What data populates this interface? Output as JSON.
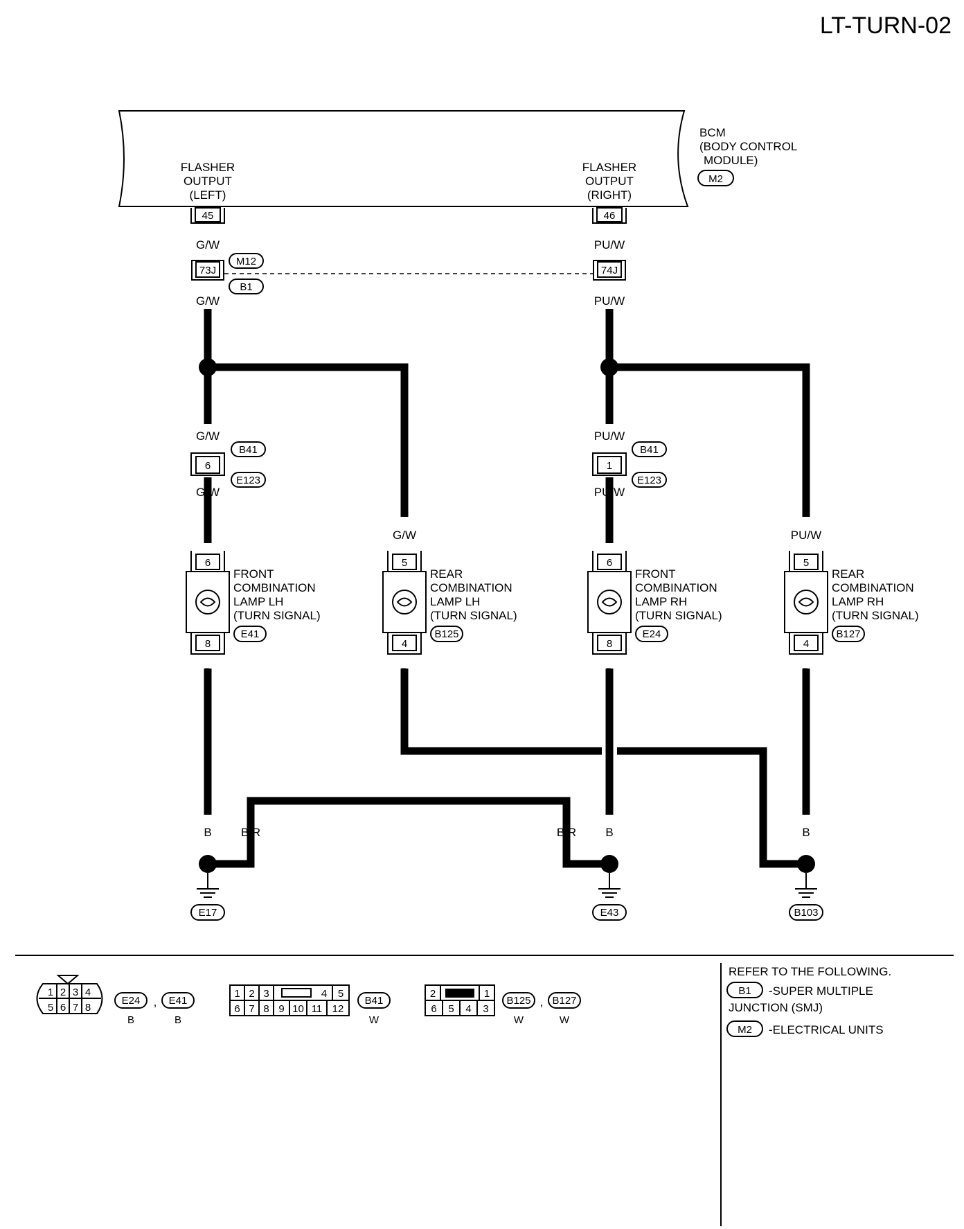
{
  "page_id": "LT-TURN-02",
  "bcm": {
    "name": "BCM",
    "full_name_1": "(BODY CONTROL",
    "full_name_2": "MODULE)",
    "connector": "M2",
    "left_out": [
      "FLASHER",
      "OUTPUT",
      "(LEFT)"
    ],
    "right_out": [
      "FLASHER",
      "OUTPUT",
      "(RIGHT)"
    ],
    "left_pin": "45",
    "right_pin": "46"
  },
  "wire_colors": {
    "gw": "G/W",
    "puw": "PU/W",
    "b": "B",
    "br": "B/R"
  },
  "joint": {
    "left_pin": "73J",
    "right_pin": "74J",
    "conn_top": "M12",
    "conn_bottom": "B1"
  },
  "inline": {
    "left_pin": "6",
    "right_pin": "1",
    "conn_top": "B41",
    "conn_bottom": "E123"
  },
  "lamps": [
    {
      "name": [
        "FRONT",
        "COMBINATION",
        "LAMP LH",
        "(TURN SIGNAL)"
      ],
      "pin_top": "6",
      "pin_bottom": "8",
      "connector": "E41"
    },
    {
      "name": [
        "REAR",
        "COMBINATION",
        "LAMP LH",
        "(TURN SIGNAL)"
      ],
      "pin_top": "5",
      "pin_bottom": "4",
      "connector": "B125"
    },
    {
      "name": [
        "FRONT",
        "COMBINATION",
        "LAMP RH",
        "(TURN SIGNAL)"
      ],
      "pin_top": "6",
      "pin_bottom": "8",
      "connector": "E24"
    },
    {
      "name": [
        "REAR",
        "COMBINATION",
        "LAMP RH",
        "(TURN SIGNAL)"
      ],
      "pin_top": "5",
      "pin_bottom": "4",
      "connector": "B127"
    }
  ],
  "grounds": [
    "E17",
    "E43",
    "B103"
  ],
  "connectors_legend": {
    "c1": {
      "top": [
        "1",
        "2",
        "3",
        "4"
      ],
      "bottom": [
        "5",
        "6",
        "7",
        "8"
      ],
      "ids": [
        "E24",
        "E41"
      ],
      "colors": [
        "B",
        "B"
      ]
    },
    "c2": {
      "top": [
        "1",
        "2",
        "3",
        "4",
        "5"
      ],
      "bottom": [
        "6",
        "7",
        "8",
        "9",
        "10",
        "11",
        "12"
      ],
      "id": "B41",
      "color": "W"
    },
    "c3": {
      "top": [
        "2",
        "1"
      ],
      "bottom": [
        "6",
        "5",
        "4",
        "3"
      ],
      "ids": [
        "B125",
        "B127"
      ],
      "colors": [
        "W",
        "W"
      ]
    },
    "comma": ","
  },
  "refer": {
    "heading": "REFER TO THE FOLLOWING.",
    "items": [
      {
        "code": "B1",
        "text_1": "-SUPER MULTIPLE",
        "text_2": "JUNCTION (SMJ)"
      },
      {
        "code": "M2",
        "text_1": "-ELECTRICAL UNITS"
      }
    ]
  }
}
